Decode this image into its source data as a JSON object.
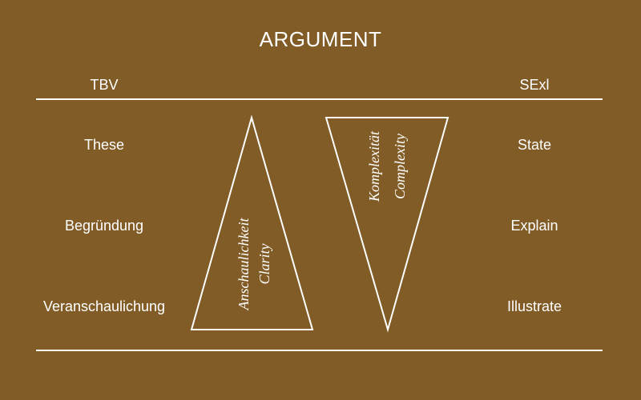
{
  "title": "ARGUMENT",
  "left_header": "TBV",
  "right_header": "SExl",
  "left_items": [
    "These",
    "Begründung",
    "Veranschaulichung"
  ],
  "right_items": [
    "State",
    "Explain",
    "Illustrate"
  ],
  "up_triangle": {
    "label_de": "Anschaulichkeit",
    "label_en": "Clarity"
  },
  "down_triangle": {
    "label_de": "Komplexität",
    "label_en": "Complexity"
  },
  "colors": {
    "background": "#825c27",
    "foreground": "#ffffff"
  }
}
